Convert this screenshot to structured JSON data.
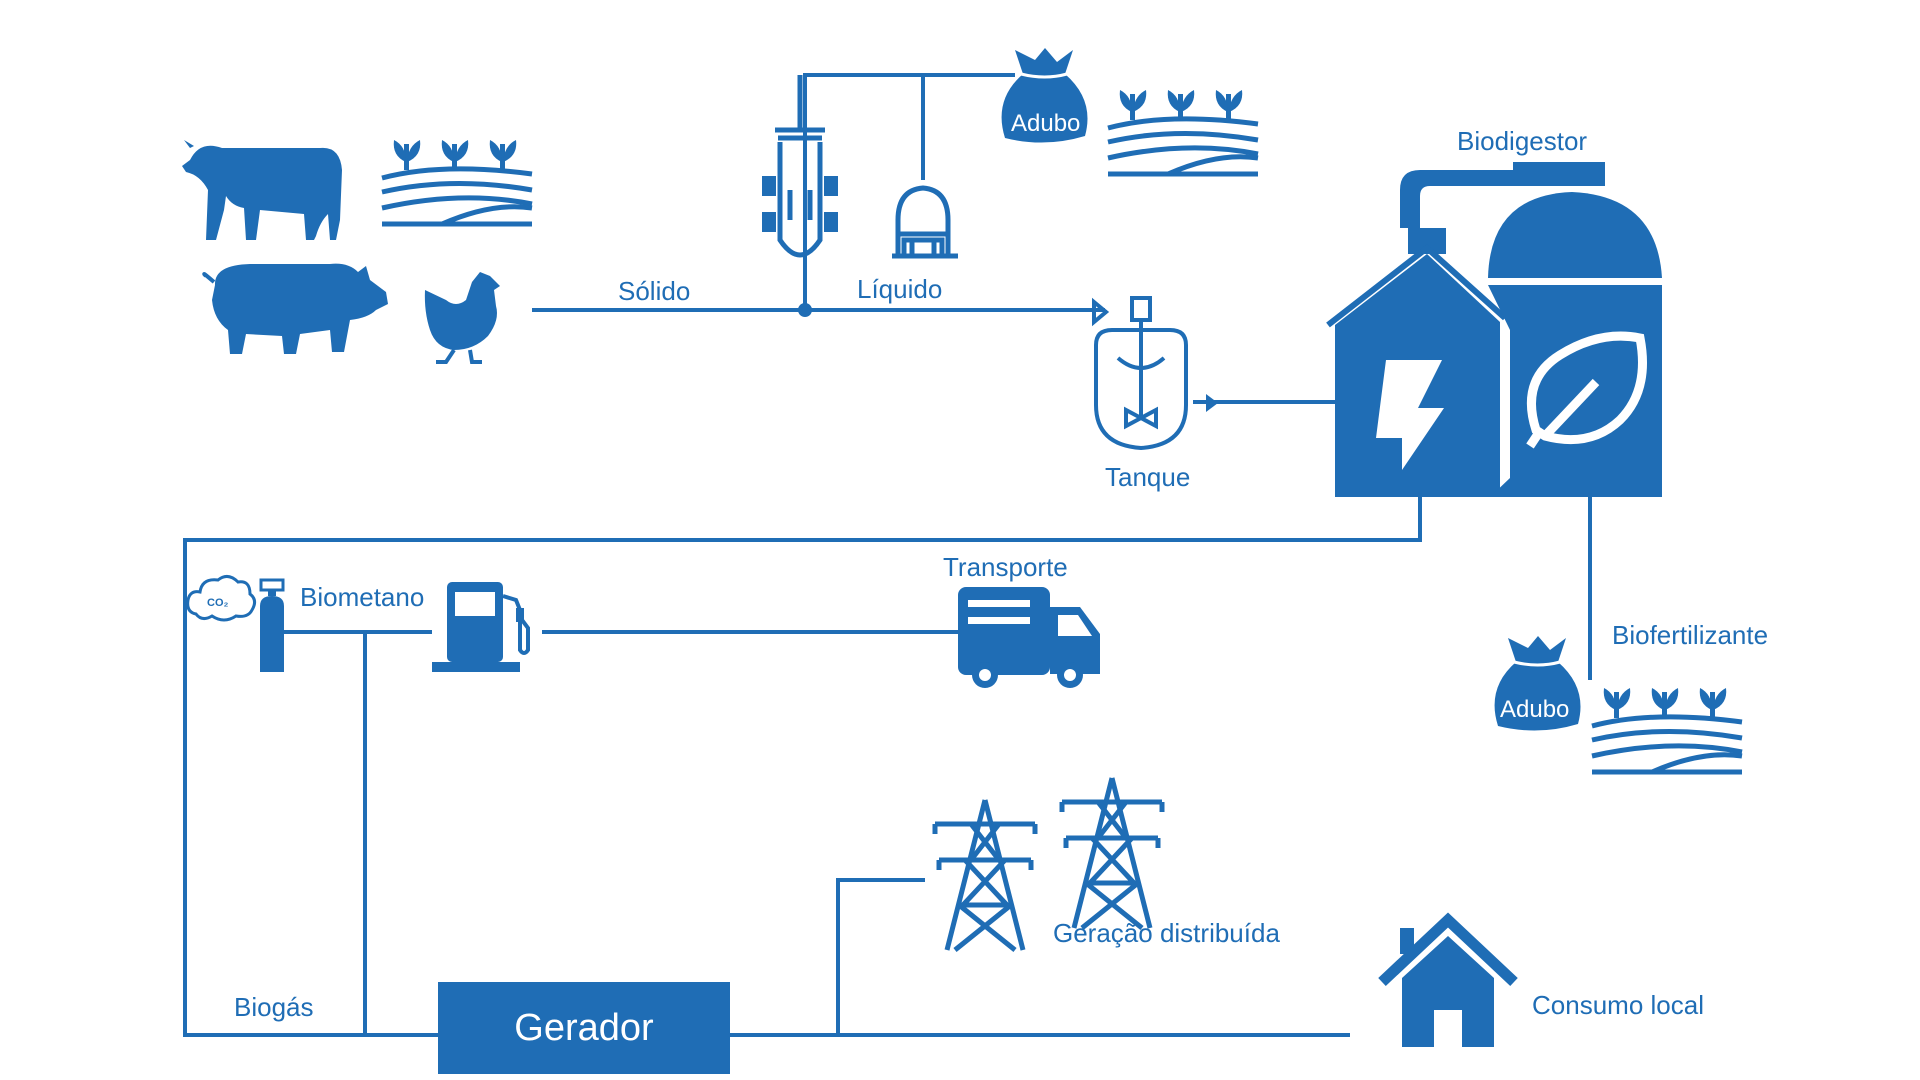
{
  "colors": {
    "primary": "#1f6db5",
    "background": "#ffffff"
  },
  "labels": {
    "solido": "Sólido",
    "liquido": "Líquido",
    "tanque": "Tanque",
    "biodigestor": "Biodigestor",
    "biofertilizante": "Biofertilizante",
    "biometano": "Biometano",
    "transporte": "Transporte",
    "geracao": "Geração distribuída",
    "consumo": "Consumo local",
    "biogas": "Biogás",
    "gerador": "Gerador",
    "adubo_top": "Adubo",
    "adubo_bottom": "Adubo",
    "co2": "CO₂"
  },
  "icons": [
    "cow-icon",
    "pig-icon",
    "chicken-icon",
    "farm-field-icon",
    "separator-icon",
    "liquid-tank-icon",
    "fertilizer-bag-icon",
    "mixing-tank-icon",
    "biodigester-icon",
    "lightning-icon",
    "leaf-icon",
    "co2-cloud-icon",
    "gas-cylinder-icon",
    "fuel-pump-icon",
    "truck-icon",
    "power-tower-icon",
    "house-icon"
  ]
}
